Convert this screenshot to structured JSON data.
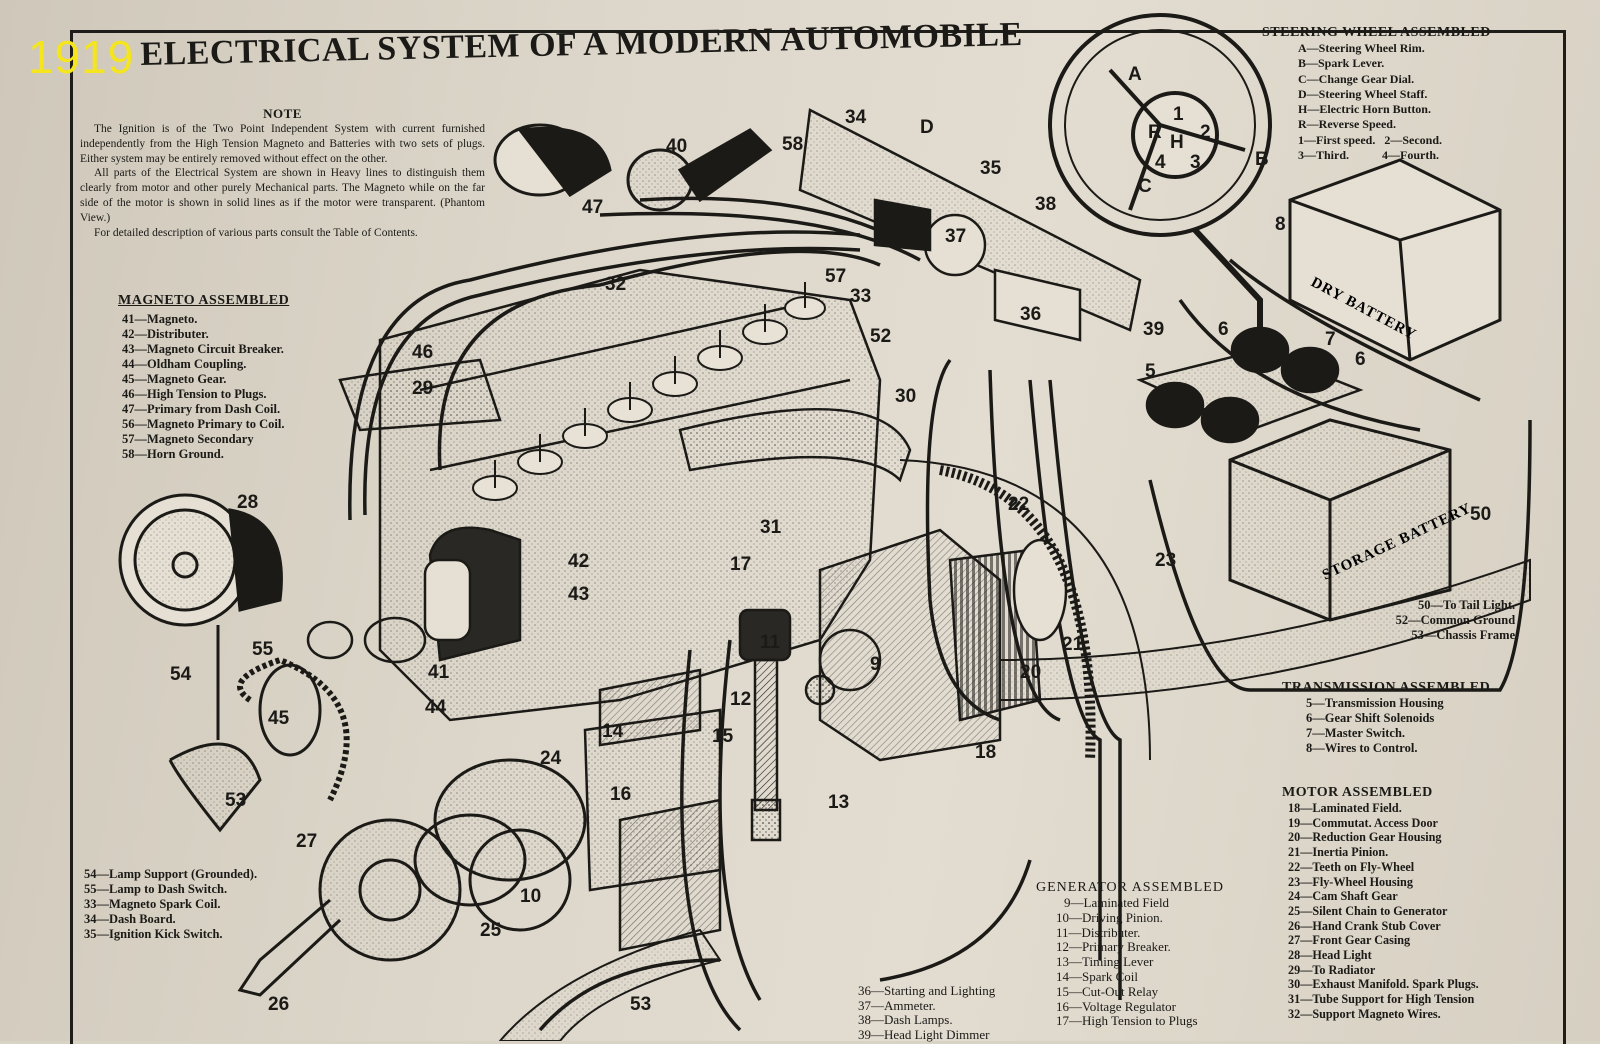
{
  "year_badge": "1919",
  "title": "ELECTRICAL SYSTEM OF A MODERN AUTOMOBILE",
  "note": {
    "heading": "NOTE",
    "paragraphs": [
      "The Ignition is of the Two Point Independent System with current furnished independently from the High Tension Magneto and Batteries with two sets of plugs. Either system may be entirely removed without effect on the other.",
      "All parts of the Electrical System are shown in Heavy lines to distinguish them clearly from motor and other purely Mechanical parts. The Magneto while on the far side of the motor is shown in solid lines as if the motor were transparent. (Phantom View.)",
      "For detailed description of various parts consult the Table of Contents."
    ]
  },
  "magneto_assembled": {
    "heading": "MAGNETO ASSEMBLED",
    "items": [
      "41—Magneto.",
      "42—Distributer.",
      "43—Magneto Circuit Breaker.",
      "44—Oldham Coupling.",
      "45—Magneto Gear.",
      "46—High Tension to Plugs.",
      "47—Primary from Dash Coil.",
      "56—Magneto Primary to Coil.",
      "57—Magneto Secondary",
      "58—Horn Ground."
    ]
  },
  "steering_wheel_assembled": {
    "heading": "STEERING WHEEL ASSEMBLED",
    "items": [
      "A—Steering Wheel Rim.",
      "B—Spark Lever.",
      "C—Change Gear Dial.",
      "D—Steering Wheel Staff.",
      "H—Electric Horn Button.",
      "R—Reverse Speed.",
      "1—First speed.   2—Second.",
      "3—Third.           4—Fourth."
    ]
  },
  "chassis_list": {
    "items": [
      "50—To Tail Light.",
      "52—Common Ground",
      "53—Chassis Frame"
    ]
  },
  "transmission_assembled": {
    "heading": "TRANSMISSION ASSEMBLED",
    "items": [
      "5—Transmission Housing",
      "6—Gear Shift Solenoids",
      "7—Master Switch.",
      "8—Wires to Control."
    ]
  },
  "motor_assembled": {
    "heading": "MOTOR ASSEMBLED",
    "items": [
      "18—Laminated Field.",
      "19—Commutat.  Access Door",
      "20—Reduction Gear Housing",
      "21—Inertia Pinion.",
      "22—Teeth on Fly-Wheel",
      "23—Fly-Wheel Housing",
      "24—Cam Shaft Gear",
      "25—Silent Chain to Generator",
      "26—Hand Crank Stub Cover",
      "27—Front Gear Casing",
      "28—Head Light",
      "29—To Radiator",
      "30—Exhaust Manifold.  Spark Plugs.",
      "31—Tube Support for High Tension",
      "32—Support Magneto Wires."
    ]
  },
  "generator_assembled": {
    "heading": "GENERATOR ASSEMBLED",
    "items": [
      "9—Laminated Field",
      "10—Driving Pinion.",
      "11—Distributer.",
      "12—Primary Breaker.",
      "13—Timing Lever",
      "14—Spark Coil",
      "15—Cut-Out Relay",
      "16—Voltage Regulator",
      "17—High Tension to Plugs"
    ]
  },
  "starting_lighting_list": {
    "items": [
      "36—Starting and Lighting",
      "37—Ammeter.",
      "38—Dash Lamps.",
      "39—Head Light Dimmer"
    ]
  },
  "lamp_list": {
    "items": [
      "54—Lamp Support (Grounded).",
      "55—Lamp to Dash Switch.",
      "33—Magneto Spark Coil.",
      "34—Dash Board.",
      "35—Ignition Kick Switch."
    ]
  },
  "labels": {
    "dry_battery": "DRY BATTERY",
    "storage_battery": "STORAGE BATTERY"
  },
  "callouts": [
    "1919"
  ],
  "colors": {
    "ink": "#1b1a17",
    "paper": "#e0dace",
    "year_badge": "#f4e51c"
  }
}
